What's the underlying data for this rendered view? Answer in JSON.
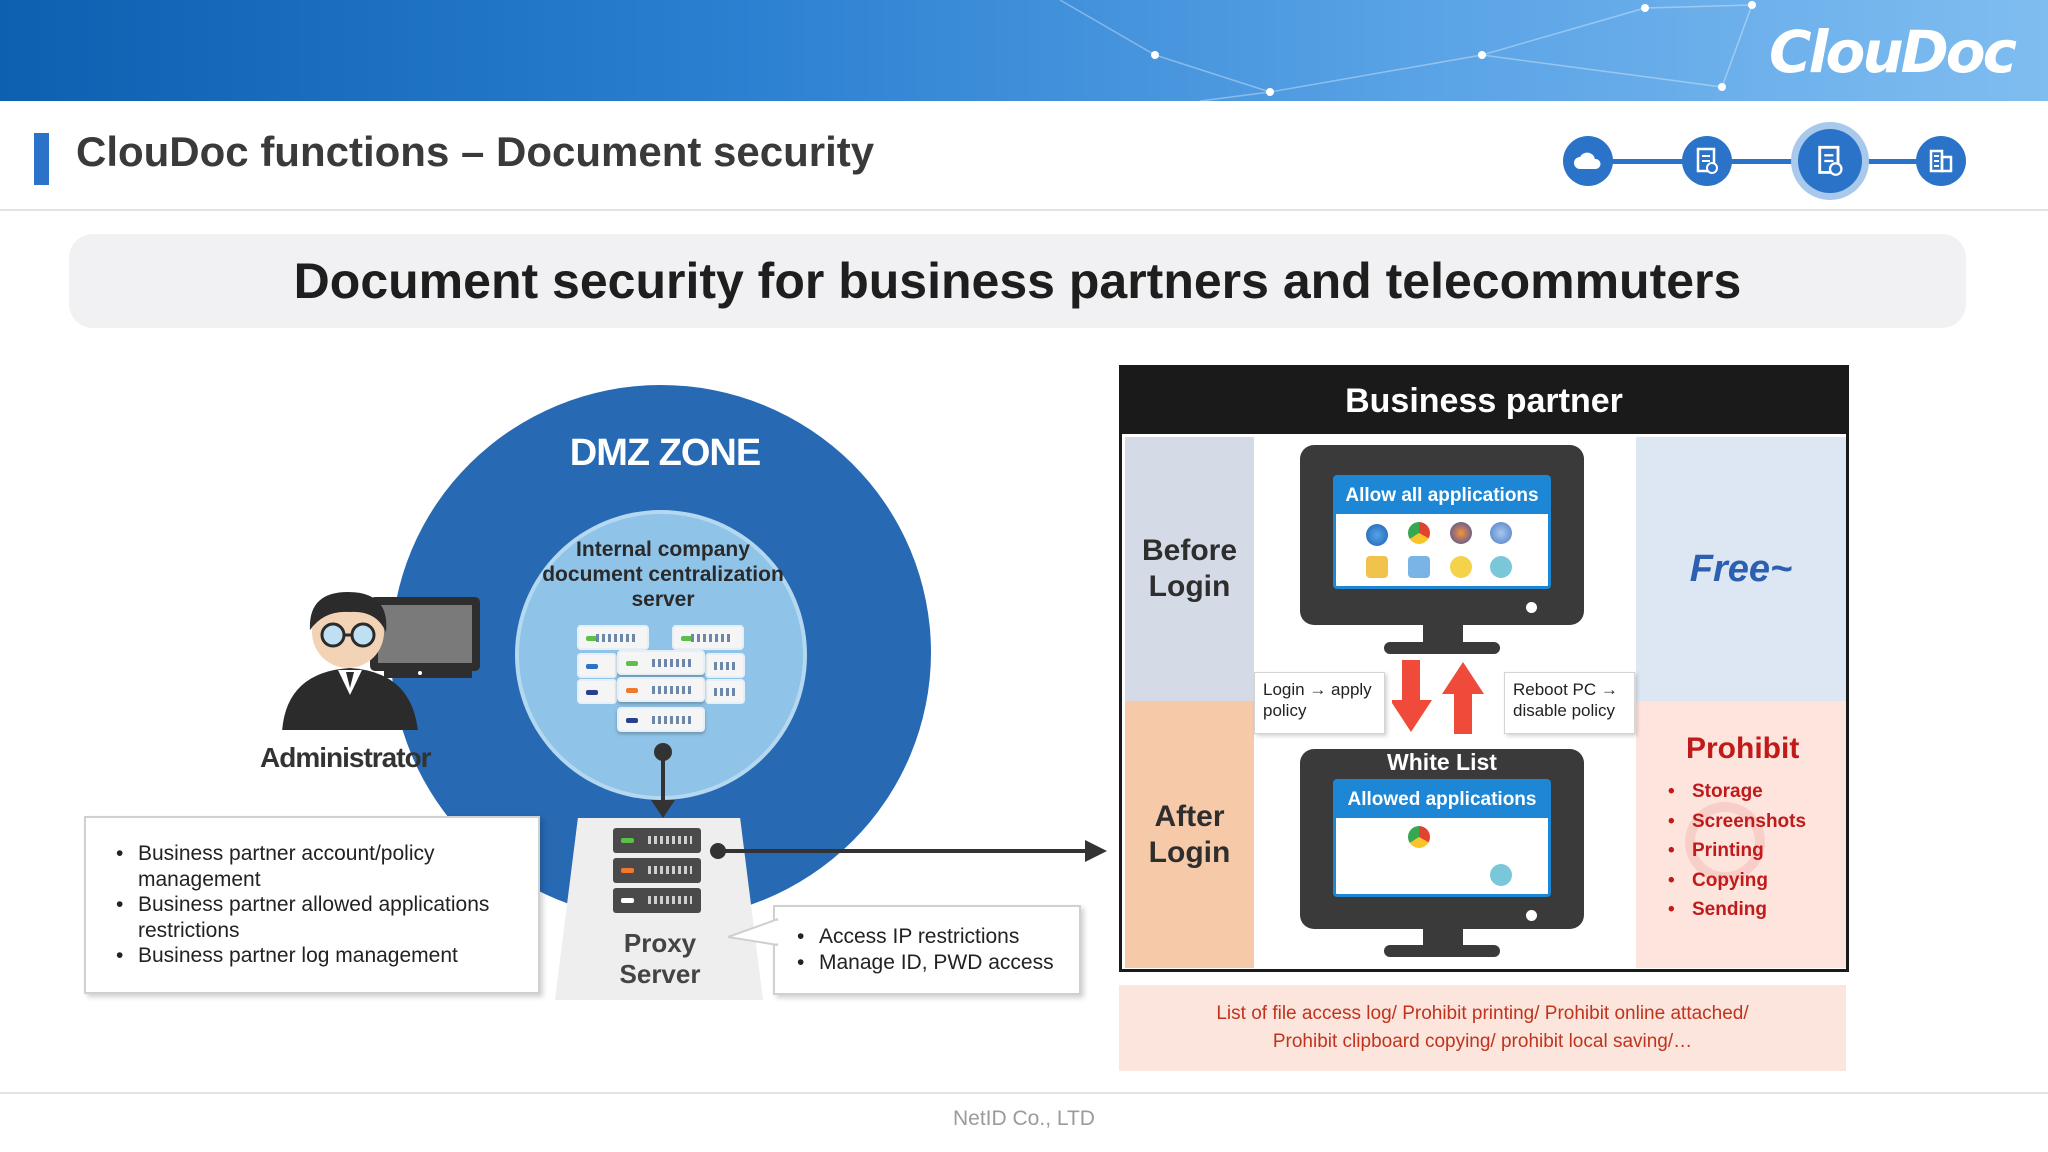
{
  "brand": {
    "logo_text": "ClouDoc"
  },
  "header": {
    "title": "ClouDoc functions – Document security"
  },
  "progress": {
    "steps": [
      {
        "icon": "cloud-icon",
        "active": false
      },
      {
        "icon": "document-settings-icon",
        "active": false
      },
      {
        "icon": "document-settings-icon",
        "active": true
      },
      {
        "icon": "building-icon",
        "active": false
      }
    ]
  },
  "subtitle": "Document security for business partners and telecommuters",
  "dmz": {
    "label": "DMZ ZONE",
    "server_label": "Internal company document centralization server"
  },
  "admin": {
    "label": "Administrator",
    "items": [
      "Business partner account/policy management",
      "Business partner allowed applications restrictions",
      "Business partner log management"
    ]
  },
  "proxy": {
    "label": "Proxy Server",
    "items": [
      "Access IP restrictions",
      "Manage ID, PWD access"
    ]
  },
  "business_partner": {
    "title": "Business partner",
    "before_label": "Before Login",
    "after_label": "After Login",
    "allow_all": "Allow all applications",
    "white_list": "White List",
    "allowed_apps": "Allowed applications",
    "login_note": "Login → apply policy",
    "reboot_note": "Reboot PC → disable policy",
    "free_text": "Free~",
    "prohibit_title": "Prohibit",
    "prohibit_items": [
      "Storage",
      "Screenshots",
      "Printing",
      "Copying",
      "Sending"
    ]
  },
  "note": {
    "line1": "List of file access log/ Prohibit printing/ Prohibit online attached/",
    "line2": "Prohibit clipboard copying/ prohibit local saving/…"
  },
  "footer": "NetID Co., LTD",
  "colors": {
    "accent_blue": "#2769b3",
    "prohibit_red": "#c01a1a",
    "before_bg": "#d4dbe7",
    "after_bg": "#f6c9a8",
    "free_bg": "#dde7f4",
    "prohibit_bg": "#fde4dc"
  }
}
